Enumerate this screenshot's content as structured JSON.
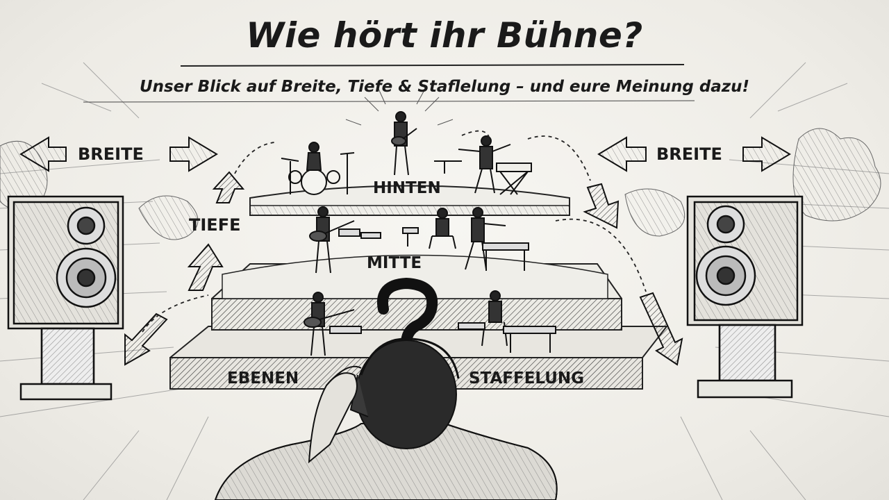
{
  "title": "Wie hört ihr Bühne?",
  "subtitle": "Unser Blick auf Breite, Tiefe & Staflelung – und eure Meinung dazu!",
  "labels": {
    "breite_left": "BREITE",
    "breite_right": "BREITE",
    "tiefe": "TIEFE",
    "hinten": "HINTEN",
    "mitte": "MITTE",
    "ebenen": "EBENEN",
    "staffelung": "STAFFELUNG"
  },
  "icons": [
    "speaker-icon",
    "drum-kit-icon",
    "guitarist-icon",
    "keyboard-icon",
    "question-mark-icon",
    "listener-icon",
    "double-arrow-icon"
  ]
}
